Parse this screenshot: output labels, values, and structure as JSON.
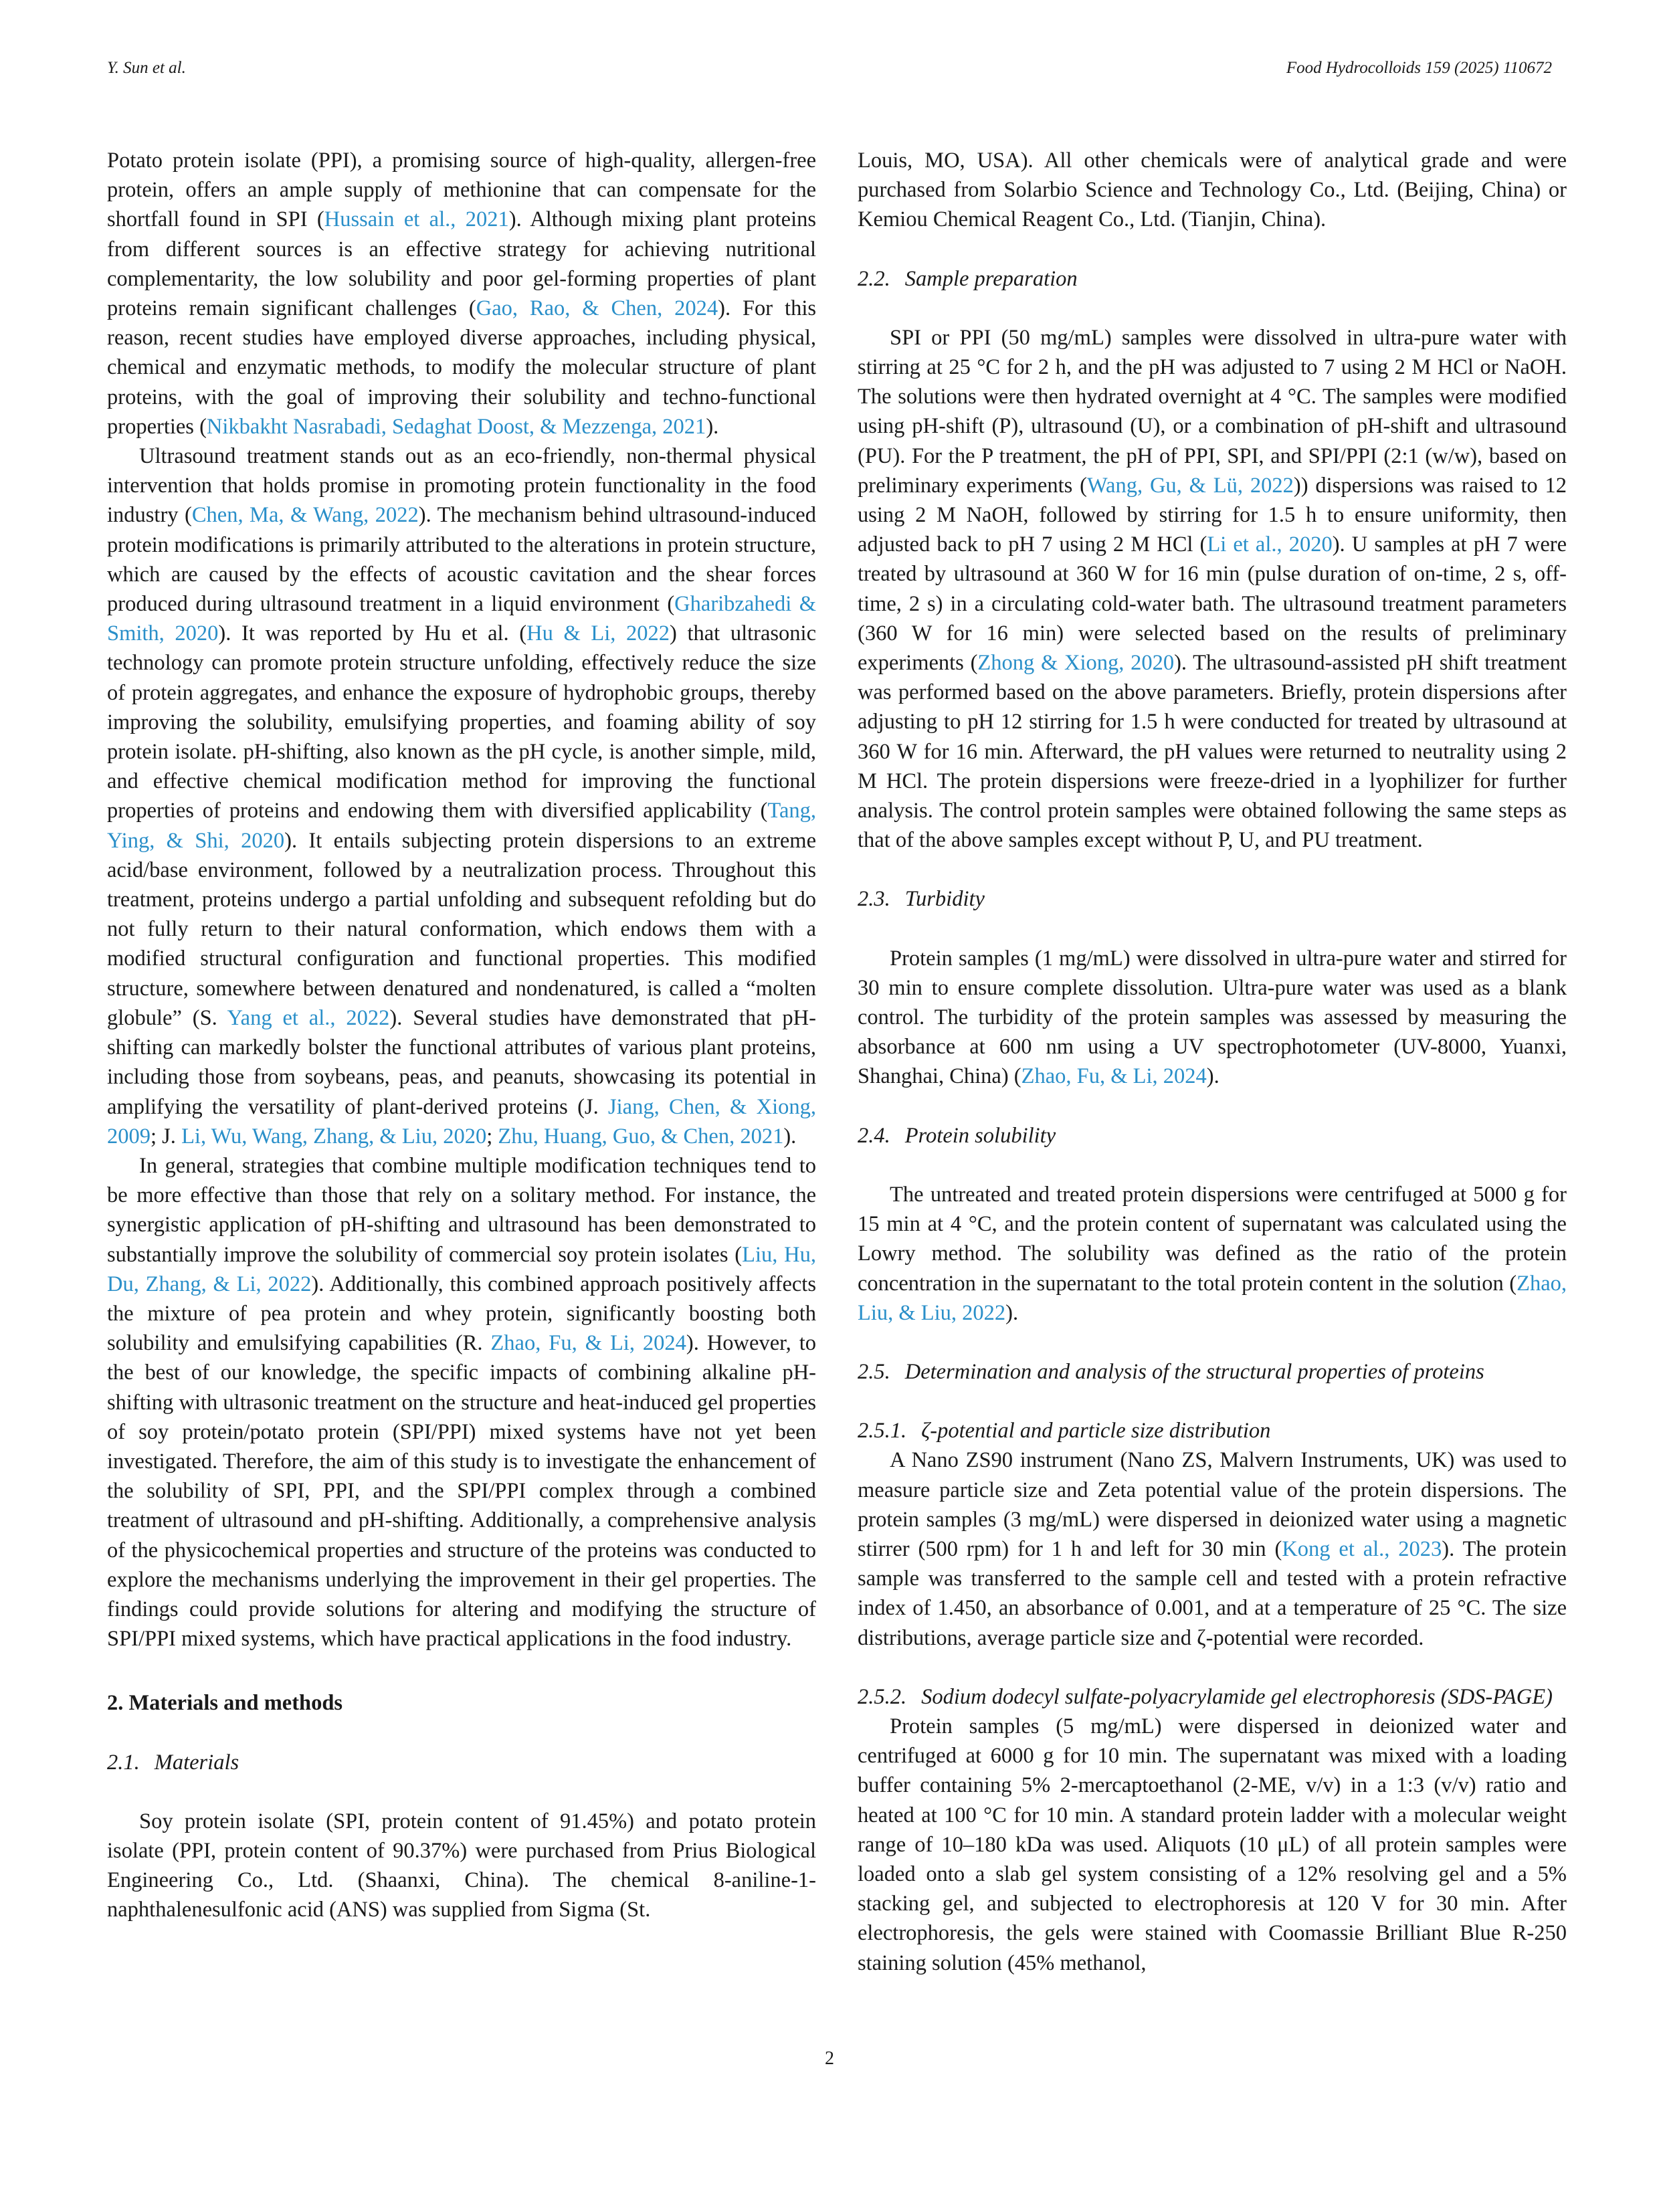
{
  "header": {
    "authors": "Y. Sun et al.",
    "journal": "Food Hydrocolloids 159 (2025) 110672"
  },
  "left_column": {
    "p1": {
      "a": "Potato protein isolate (PPI), a promising source of high-quality, allergen-free protein, offers an ample supply of methionine that can compensate for the shortfall found in SPI (",
      "r1": "Hussain et al., 2021",
      "b": "). Although mixing plant proteins from different sources is an effective strategy for achieving nutritional complementarity, the low solubility and poor gel-forming properties of plant proteins remain significant challenges (",
      "r2": "Gao, Rao, & Chen, 2024",
      "c": "). For this reason, recent studies have employed diverse approaches, including physical, chemical and enzymatic methods, to modify the molecular structure of plant proteins, with the goal of improving their solubility and techno-functional properties (",
      "r3": "Nikbakht Nasrabadi, Sedaghat Doost, & Mezzenga, 2021",
      "d": ")."
    },
    "p2": {
      "a": "Ultrasound treatment stands out as an eco-friendly, non-thermal physical intervention that holds promise in promoting protein functionality in the food industry (",
      "r1": "Chen, Ma, & Wang, 2022",
      "b": "). The mechanism behind ultrasound-induced protein modifications is primarily attributed to the alterations in protein structure, which are caused by the effects of acoustic cavitation and the shear forces produced during ultrasound treatment in a liquid environment (",
      "r2": "Gharibzahedi & Smith, 2020",
      "c": "). It was reported by Hu et al. (",
      "r3": "Hu & Li, 2022",
      "d": ") that ultrasonic technology can promote protein structure unfolding, effectively reduce the size of protein aggregates, and enhance the exposure of hydrophobic groups, thereby improving the solubility, emulsifying properties, and foaming ability of soy protein isolate. pH-shifting, also known as the pH cycle, is another simple, mild, and effective chemical modification method for improving the functional properties of proteins and endowing them with diversified applicability (",
      "r4": "Tang, Ying, & Shi, 2020",
      "e": "). It entails subjecting protein dispersions to an extreme acid/base environment, followed by a neutralization process. Throughout this treatment, proteins undergo a partial unfolding and subsequent refolding but do not fully return to their natural conformation, which endows them with a modified structural configuration and functional properties. This modified structure, somewhere between denatured and nondenatured, is called a “molten globule” (S. ",
      "r5": "Yang et al., 2022",
      "f": "). Several studies have demonstrated that pH-shifting can markedly bolster the functional attributes of various plant proteins, including those from soybeans, peas, and peanuts, showcasing its potential in amplifying the versatility of plant-derived proteins (J. ",
      "r6": "Jiang, Chen, & Xiong, 2009",
      "g": "; J. ",
      "r7": "Li, Wu, Wang, Zhang, & Liu, 2020",
      "h": "; ",
      "r8": "Zhu, Huang, Guo, & Chen, 2021",
      "i": ")."
    },
    "p3": {
      "a": "In general, strategies that combine multiple modification techniques tend to be more effective than those that rely on a solitary method. For instance, the synergistic application of pH-shifting and ultrasound has been demonstrated to substantially improve the solubility of commercial soy protein isolates (",
      "r1": "Liu, Hu, Du, Zhang, & Li, 2022",
      "b": "). Additionally, this combined approach positively affects the mixture of pea protein and whey protein, significantly boosting both solubility and emulsifying capabilities (R. ",
      "r2": "Zhao, Fu, & Li, 2024",
      "c": "). However, to the best of our knowledge, the specific impacts of combining alkaline pH-shifting with ultrasonic treatment on the structure and heat-induced gel properties of soy protein/potato protein (SPI/PPI) mixed systems have not yet been investigated. Therefore, the aim of this study is to investigate the enhancement of the solubility of SPI, PPI, and the SPI/PPI complex through a combined treatment of ultrasound and pH-shifting. Additionally, a comprehensive analysis of the physicochemical properties and structure of the proteins was conducted to explore the mechanisms underlying the improvement in their gel properties. The findings could provide solutions for altering and modifying the structure of SPI/PPI mixed systems, which have practical applications in the food industry."
    },
    "section2": "2.  Materials and methods",
    "s21_num": "2.1.",
    "s21_title": "Materials",
    "p4": "Soy protein isolate (SPI, protein content of 91.45%) and potato protein isolate (PPI, protein content of 90.37%) were purchased from Prius Biological Engineering Co., Ltd. (Shaanxi, China). The chemical 8-aniline-1-naphthalenesulfonic acid (ANS) was supplied from Sigma (St."
  },
  "right_column": {
    "p0": "Louis, MO, USA). All other chemicals were of analytical grade and were purchased from Solarbio Science and Technology Co., Ltd. (Beijing, China) or Kemiou Chemical Reagent Co., Ltd. (Tianjin, China).",
    "s22_num": "2.2.",
    "s22_title": "Sample preparation",
    "p1": {
      "a": "SPI or PPI (50 mg/mL) samples were dissolved in ultra-pure water with stirring at 25 °C for 2 h, and the pH was adjusted to 7 using 2 M HCl or NaOH. The solutions were then hydrated overnight at 4 °C. The samples were modified using pH-shift (P), ultrasound (U), or a combination of pH-shift and ultrasound (PU). For the P treatment, the pH of PPI, SPI, and SPI/PPI (2:1 (w/w), based on preliminary experiments (",
      "r1": "Wang, Gu, & Lü, 2022",
      "b": ")) dispersions was raised to 12 using 2 M NaOH, followed by stirring for 1.5 h to ensure uniformity, then adjusted back to pH 7 using 2 M HCl (",
      "r2": "Li et al., 2020",
      "c": "). U samples at pH 7 were treated by ultrasound at 360 W for 16 min (pulse duration of on-time, 2 s, off-time, 2 s) in a circulating cold-water bath. The ultrasound treatment parameters (360 W for 16 min) were selected based on the results of preliminary experiments (",
      "r3": "Zhong & Xiong, 2020",
      "d": "). The ultrasound-assisted pH shift treatment was performed based on the above parameters. Briefly, protein dispersions after adjusting to pH 12 stirring for 1.5 h were conducted for treated by ultrasound at 360 W for 16 min. Afterward, the pH values were returned to neutrality using 2 M HCl. The protein dispersions were freeze-dried in a lyophilizer for further analysis. The control protein samples were obtained following the same steps as that of the above samples except without P, U, and PU treatment."
    },
    "s23_num": "2.3.",
    "s23_title": "Turbidity",
    "p2": {
      "a": "Protein samples (1 mg/mL) were dissolved in ultra-pure water and stirred for 30 min to ensure complete dissolution. Ultra-pure water was used as a blank control. The turbidity of the protein samples was assessed by measuring the absorbance at 600 nm using a UV spectrophotometer (UV-8000, Yuanxi, Shanghai, China) (",
      "r1": "Zhao, Fu, & Li, 2024",
      "b": ")."
    },
    "s24_num": "2.4.",
    "s24_title": "Protein solubility",
    "p3": {
      "a": "The untreated and treated protein dispersions were centrifuged at 5000 g for 15 min at 4 °C, and the protein content of supernatant was calculated using the Lowry method. The solubility was defined as the ratio of the protein concentration in the supernatant to the total protein content in the solution (",
      "r1": "Zhao, Liu, & Liu, 2022",
      "b": ")."
    },
    "s25_num": "2.5.",
    "s25_title": "Determination and analysis of the structural properties of proteins",
    "s251_num": "2.5.1.",
    "s251_title": "ζ-potential and particle size distribution",
    "p4": {
      "a": "A Nano ZS90 instrument (Nano ZS, Malvern Instruments, UK) was used to measure particle size and Zeta potential value of the protein dispersions. The protein samples (3 mg/mL) were dispersed in deionized water using a magnetic stirrer (500 rpm) for 1 h and left for 30 min (",
      "r1": "Kong et al., 2023",
      "b": "). The protein sample was transferred to the sample cell and tested with a protein refractive index of 1.450, an absorbance of 0.001, and at a temperature of 25 °C. The size distributions, average particle size and ζ-potential were recorded."
    },
    "s252_num": "2.5.2.",
    "s252_title": "Sodium dodecyl sulfate-polyacrylamide gel electrophoresis (SDS-PAGE)",
    "p5": "Protein samples (5 mg/mL) were dispersed in deionized water and centrifuged at 6000 g for 10 min. The supernatant was mixed with a loading buffer containing 5% 2-mercaptoethanol (2-ME, v/v) in a 1:3 (v/v) ratio and heated at 100 °C for 10 min. A standard protein ladder with a molecular weight range of 10–180 kDa was used. Aliquots (10 μL) of all protein samples were loaded onto a slab gel system consisting of a 12% resolving gel and a 5% stacking gel, and subjected to electrophoresis at 120 V for 30 min. After electrophoresis, the gels were stained with Coomassie Brilliant Blue R-250 staining solution (45% methanol,"
  },
  "footer": {
    "page_number": "2"
  },
  "colors": {
    "link": "#2a8fc9",
    "text": "#1a1a1a"
  }
}
